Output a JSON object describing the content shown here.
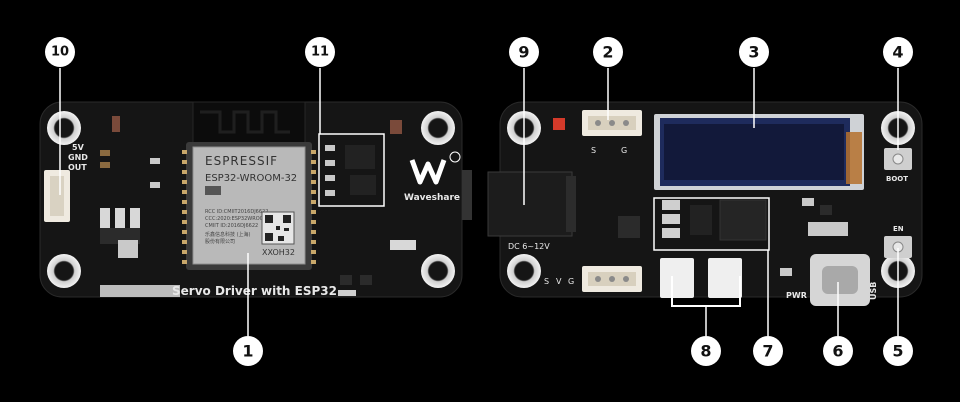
{
  "front_board": {
    "silkscreen": {
      "label_5v": "5V",
      "label_gnd": "GND",
      "label_out": "OUT",
      "brand": "Waveshare",
      "title": "Servo Driver with ESP32"
    },
    "module": {
      "maker": "ESPRESSIF",
      "model": "ESP32-WROOM-32",
      "line1": "RCC ID:CMIIT2016DJ6622",
      "line2": "CCC:2020:ESP32WROOM32",
      "line3": "CMIIT ID:2016DJ6622",
      "chinese": "乐鑫信息科技 (上海)",
      "chinese2": "股份有限公司",
      "code": "XXOH32"
    }
  },
  "back_board": {
    "silkscreen": {
      "s_top": "S",
      "g_top": "G",
      "dc_label": "DC 6~12V",
      "s_bot": "S",
      "v_bot": "V",
      "g_bot": "G",
      "boot": "BOOT",
      "en": "EN",
      "pwr": "PWR",
      "usb": "USB"
    }
  },
  "callouts": [
    "1",
    "2",
    "3",
    "4",
    "5",
    "6",
    "7",
    "8",
    "9",
    "10",
    "11"
  ],
  "colors": {
    "pcb": "#141414",
    "hole_ring": "#d9d9d9",
    "callout_fill": "#ffffff",
    "connector": "#efeae0",
    "oled_blue": "#1e2b5c",
    "led_red": "#d43a2a"
  }
}
